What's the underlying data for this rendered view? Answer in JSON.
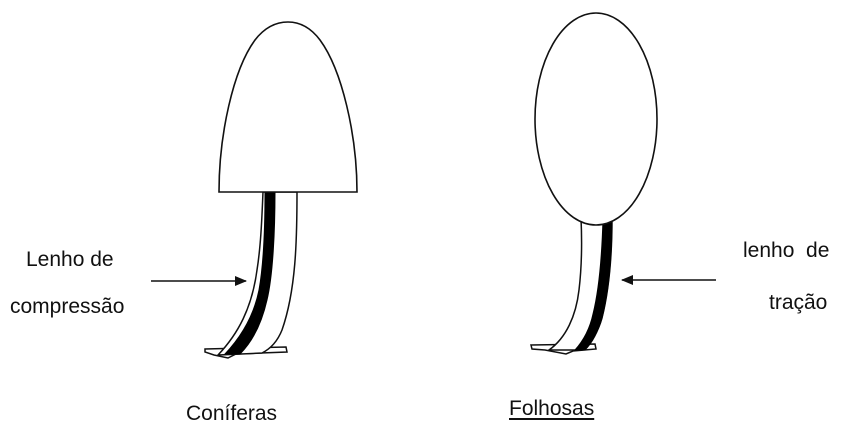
{
  "left_tree": {
    "label_line1": "Lenho de",
    "label_line2": "compressão",
    "caption": "Coníferas"
  },
  "right_tree": {
    "label_line1": "lenho  de",
    "label_line2": "tração",
    "caption": "Folhosas"
  },
  "colors": {
    "line": "#111111",
    "fill": "#ffffff",
    "reaction_wood": "#000000"
  }
}
